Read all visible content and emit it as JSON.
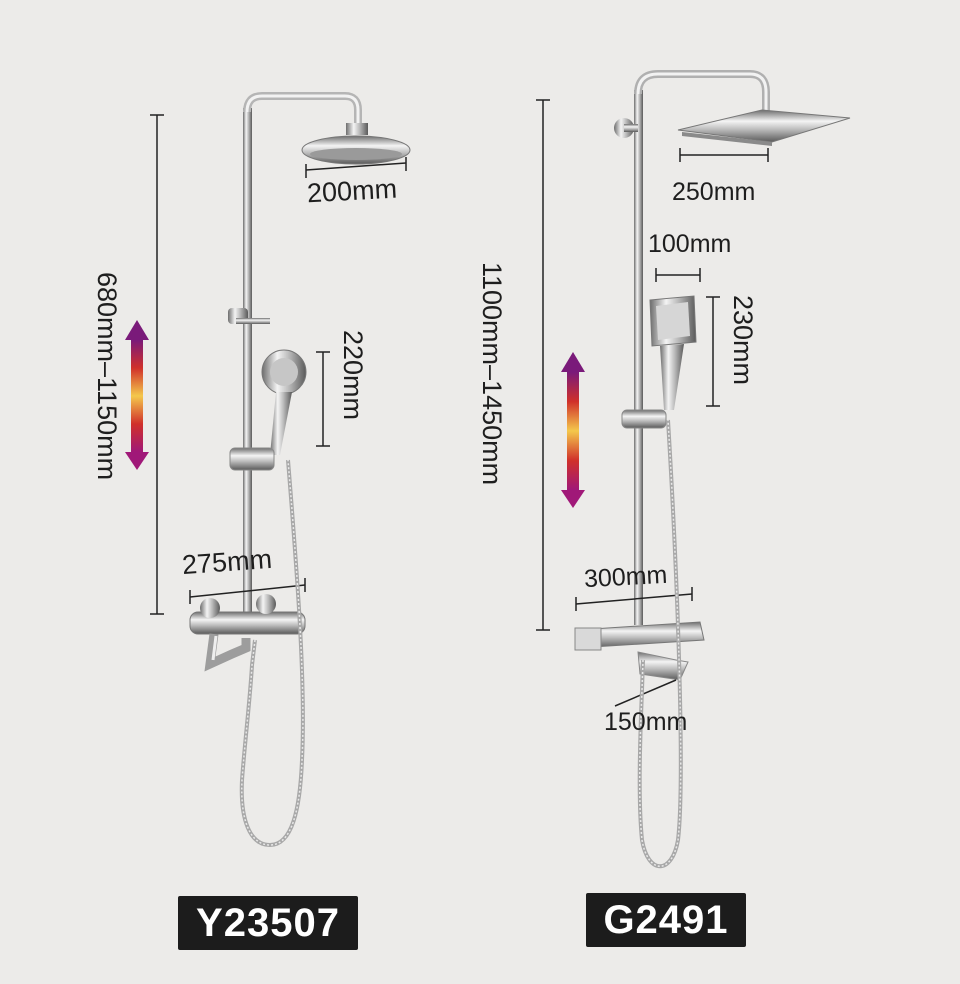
{
  "left": {
    "model": "Y23507",
    "height_range": "680mm–1150mm",
    "head_width": "200mm",
    "handheld_height": "220mm",
    "valve_width": "275mm"
  },
  "right": {
    "model": "G2491",
    "height_range": "1100mm–1450mm",
    "head_width": "250mm",
    "handheld_width": "100mm",
    "handheld_height": "230mm",
    "valve_width": "300mm",
    "spout_length": "150mm"
  },
  "colors": {
    "background": "#ecebe9",
    "label_bg": "#1c1c1c",
    "arrow_top": "#7a1a7a",
    "arrow_bottom": "#a01878",
    "arrow_middle": "#f4c84c"
  }
}
